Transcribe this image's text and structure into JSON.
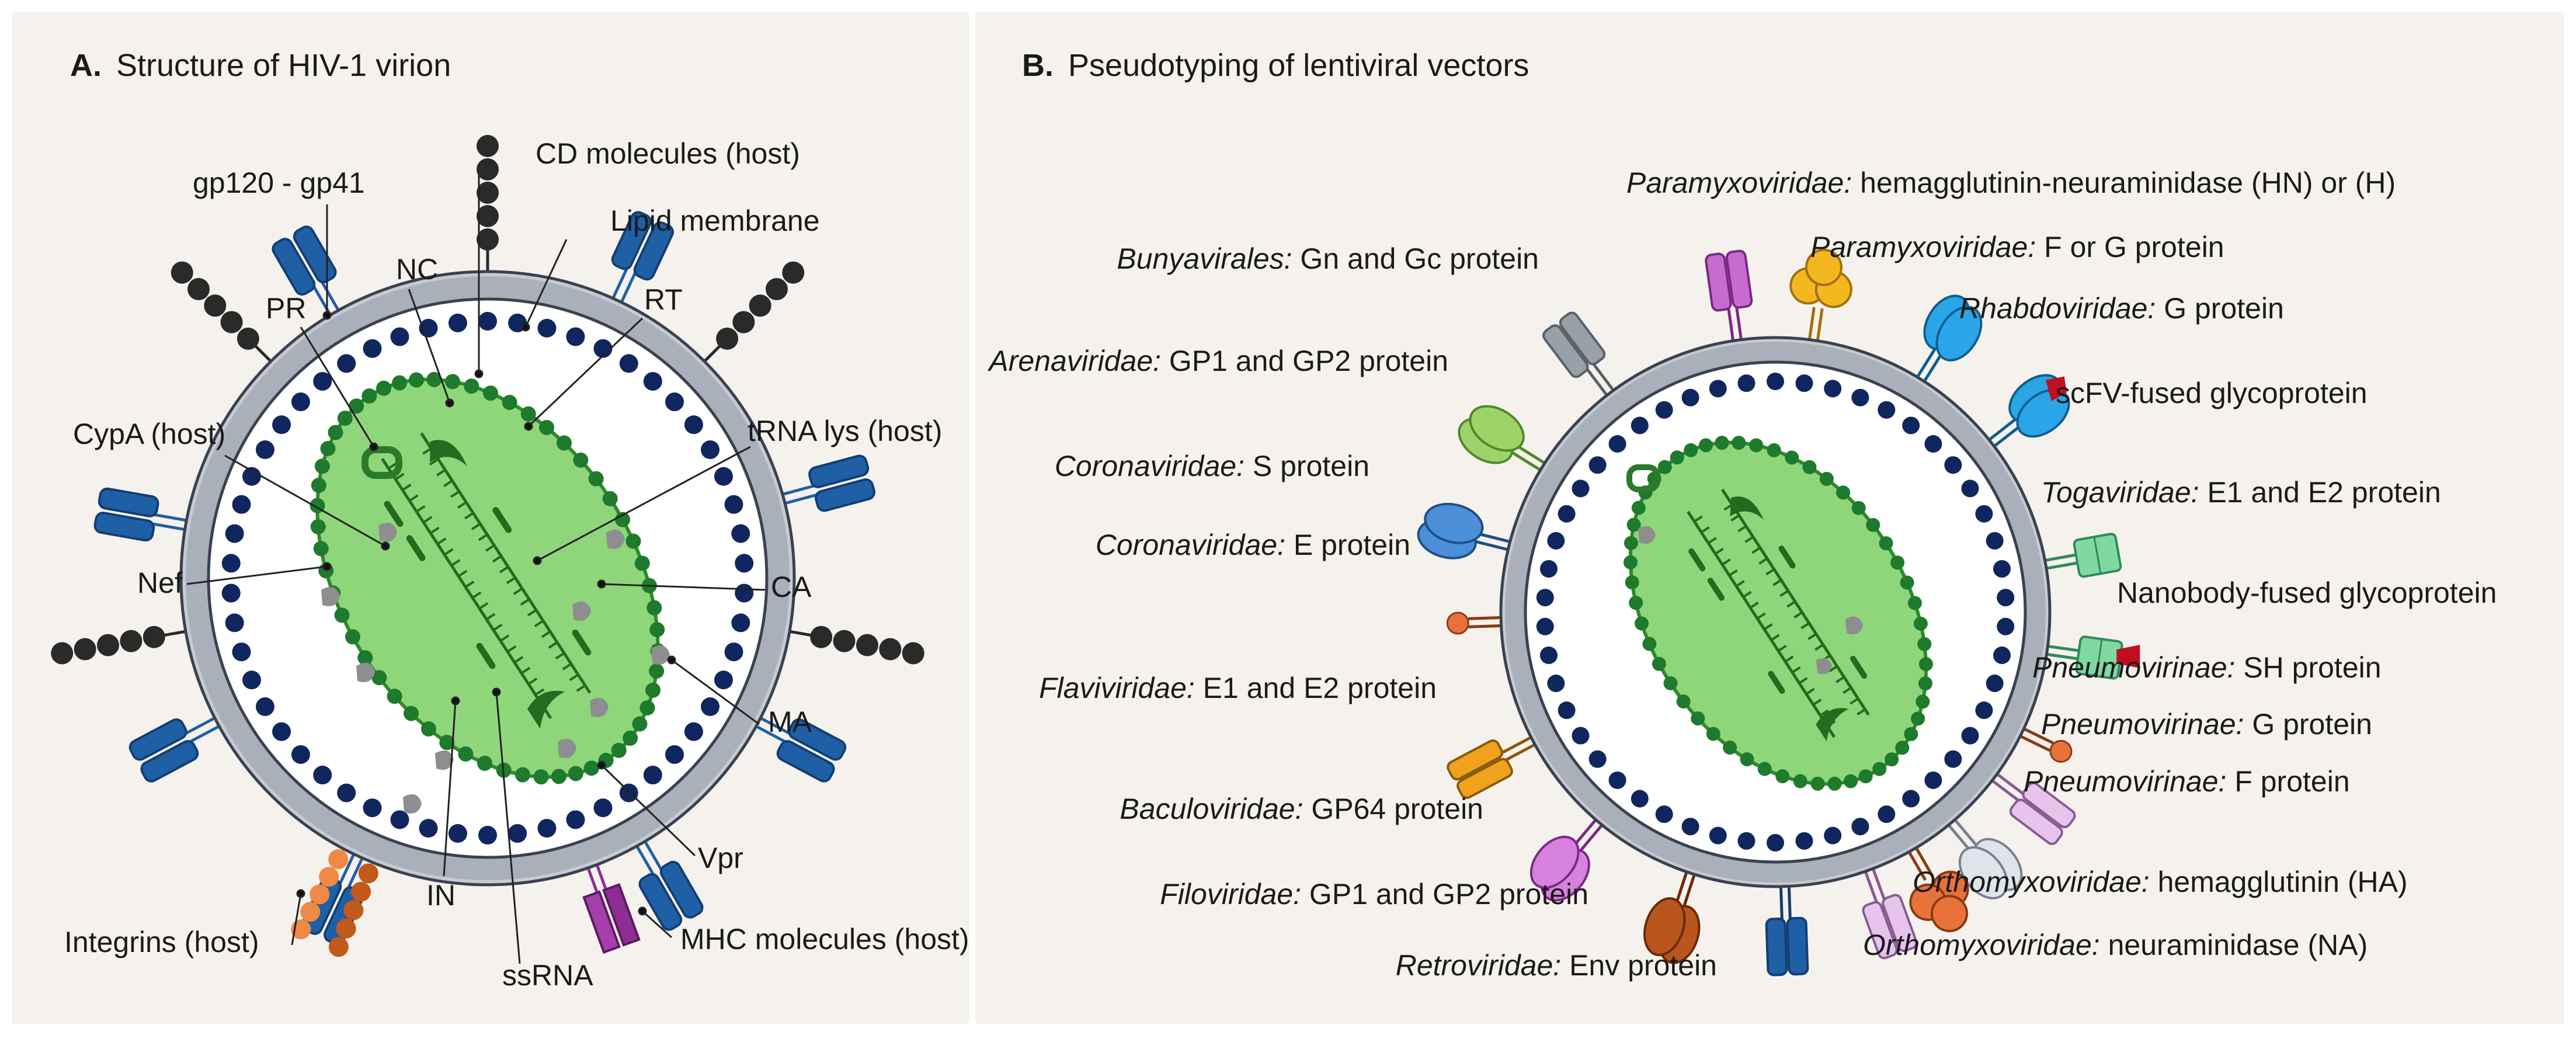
{
  "panel_a": {
    "title_letter": "A.",
    "title": "Structure of HIV-1 virion",
    "labels": {
      "cd_molecules": "CD molecules (host)",
      "gp120_gp41": "gp120 - gp41",
      "lipid_membrane": "Lipid membrane",
      "nc": "NC",
      "pr": "PR",
      "rt": "RT",
      "cypa": "CypA (host)",
      "trna": "tRNA lys (host)",
      "nef": "Nef",
      "ca": "CA",
      "ma": "MA",
      "vpr": "Vpr",
      "in": "IN",
      "integrins": "Integrins (host)",
      "ssrna": "ssRNA",
      "mhc": "MHC molecules (host)"
    }
  },
  "panel_b": {
    "title_letter": "B.",
    "title": "Pseudotyping of lentiviral vectors",
    "labels": [
      {
        "family": "Paramyxoviridae:",
        "protein": "hemagglutinin-neuraminidase (HN) or (H)"
      },
      {
        "family": "Paramyxoviridae:",
        "protein": "F or G protein"
      },
      {
        "family": "Bunyavirales:",
        "protein": "Gn and Gc protein"
      },
      {
        "family": "Rhabdoviridae:",
        "protein": "G protein"
      },
      {
        "family": "",
        "protein": "scFV-fused glycoprotein"
      },
      {
        "family": "Arenaviridae:",
        "protein": "GP1 and GP2 protein"
      },
      {
        "family": "Coronaviridae:",
        "protein": "S protein"
      },
      {
        "family": "Togaviridae:",
        "protein": "E1 and E2 protein"
      },
      {
        "family": "Coronaviridae:",
        "protein": "E protein"
      },
      {
        "family": "",
        "protein": "Nanobody-fused glycoprotein"
      },
      {
        "family": "Pneumovirinae:",
        "protein": "SH protein"
      },
      {
        "family": "Flaviviridae:",
        "protein": "E1 and E2 protein"
      },
      {
        "family": "Pneumovirinae:",
        "protein": "G protein"
      },
      {
        "family": "Pneumovirinae:",
        "protein": "F protein"
      },
      {
        "family": "Baculoviridae:",
        "protein": "GP64 protein"
      },
      {
        "family": "Orthomyxoviridae:",
        "protein": "hemagglutinin (HA)"
      },
      {
        "family": "Filoviridae:",
        "protein": "GP1 and GP2 protein"
      },
      {
        "family": "Orthomyxoviridae:",
        "protein": "neuraminidase (NA)"
      },
      {
        "family": "Retroviridae:",
        "protein": "Env protein"
      }
    ]
  },
  "colors": {
    "background": "#ffffff",
    "panel_bg": "#f5f2ed",
    "membrane": "#aab0ba",
    "capsid_bead": "#10265e",
    "ma_dot": "#1e7a2c",
    "core_fill": "#8fd67b",
    "core_stroke": "#2f8a2a",
    "gp120": "#1f5fa6",
    "cd_bead": "#2a2a2a",
    "integrin": "#e07a2e",
    "mhc": "#8e2d94",
    "enzyme": "#2b7a2b",
    "grey_protein": "#8e8e8e"
  }
}
